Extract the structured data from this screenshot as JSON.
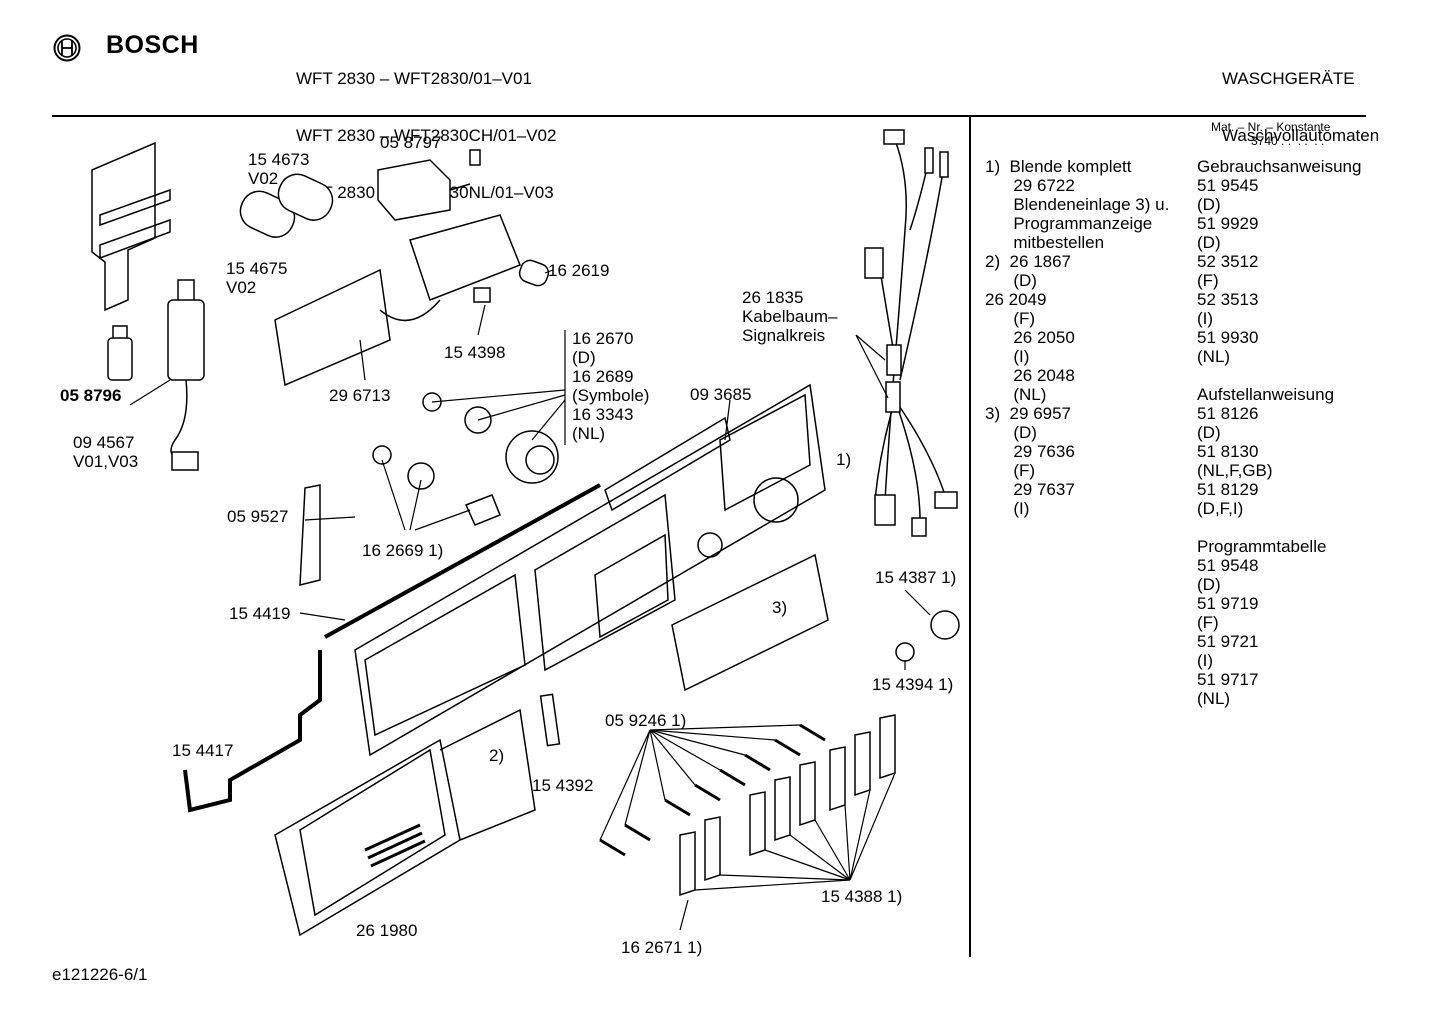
{
  "header": {
    "brand": "BOSCH",
    "models": [
      "WFT 2830 – WFT2830/01–V01",
      "WFT 2830 – WFT2830CH/01–V02",
      "WFT 2830 – WFT2830NL/01–V03"
    ],
    "category": [
      "WASCHGERÄTE",
      "Waschvollautomaten"
    ]
  },
  "diagram_labels": {
    "l_154673": "15 4673\nV02",
    "l_058797": "05 8797",
    "l_154675": "15 4675\nV02",
    "l_162619": "16 2619",
    "l_154398": "15 4398",
    "l_296713": "29 6713",
    "l_058796": "05 8796",
    "l_094567": "09 4567\nV01,V03",
    "l_162670": "16 2670\n(D)\n16 2689\n(Symbole)\n16 3343\n(NL)",
    "l_093685": "09 3685",
    "l_261835": "26 1835\nKabelbaum–\nSignalkreis",
    "l_1": "1)",
    "l_059527": "05 9527",
    "l_162669": "16 2669 1)",
    "l_154387": "15 4387 1)",
    "l_154419": "15 4419",
    "l_3": "3)",
    "l_154394": "15 4394 1)",
    "l_059246": "05 9246 1)",
    "l_154417": "15 4417",
    "l_2": "2)",
    "l_154392": "15 4392",
    "l_154388": "15 4388 1)",
    "l_261980": "26 1980",
    "l_162671": "16 2671 1)"
  },
  "side": {
    "matnr": "Mat. – Nr. – Konstante\n            3740 . .  . .  . .",
    "notes": "1)  Blende komplett\n      29 6722\n      Blendeneinlage 3) u.\n      Programmanzeige\n      mitbestellen\n2)  26 1867\n      (D)\n26 2049\n      (F)\n      26 2050\n      (I)\n      26 2048\n      (NL)\n3)  29 6957\n      (D)\n      29 7636\n      (F)\n      29 7637\n      (I)",
    "docs": "Gebrauchsanweisung\n51 9545\n(D)\n51 9929\n(D)\n52 3512\n(F)\n52 3513\n(I)\n51 9930\n(NL)\n\nAufstellanweisung\n51 8126\n(D)\n51 8130\n(NL,F,GB)\n51 8129\n(D,F,I)\n\nProgrammtabelle\n51 9548\n(D)\n51 9719\n(F)\n51 9721\n(I)\n51 9717\n(NL)"
  },
  "footer": "e121226-6/1"
}
